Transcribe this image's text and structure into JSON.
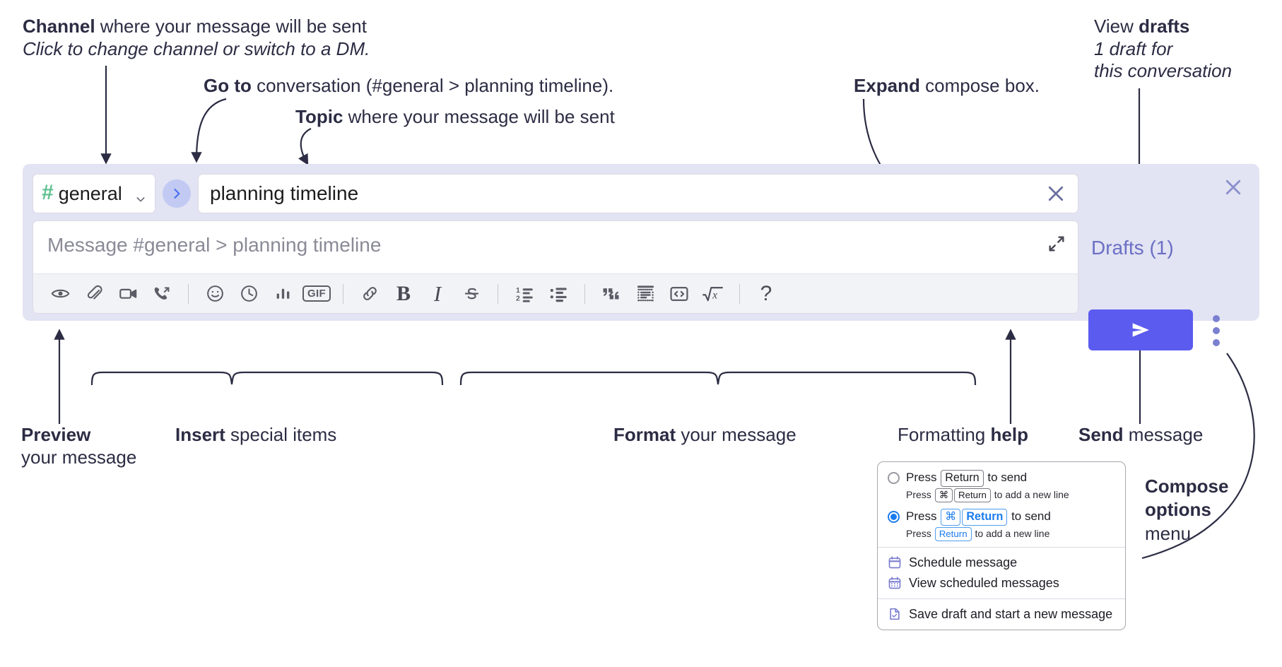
{
  "annotations": {
    "channel": {
      "bold": "Channel",
      "rest": " where your message will be sent",
      "sub": "Click to change channel or switch to a DM."
    },
    "goto": {
      "bold": "Go to",
      "rest": " conversation (#general > planning timeline)."
    },
    "topic": {
      "bold": "Topic",
      "rest": " where your message will be sent"
    },
    "expand": {
      "bold": "Expand",
      "rest": " compose box."
    },
    "drafts": {
      "pre": "View ",
      "bold": "drafts",
      "sub1": "1 draft for",
      "sub2": "this conversation"
    },
    "preview": {
      "bold": "Preview",
      "sub": "your message"
    },
    "insert": {
      "bold": "Insert",
      "rest": " special items"
    },
    "format": {
      "bold": "Format",
      "rest": " your message"
    },
    "help": {
      "pre": "Formatting ",
      "bold": "help"
    },
    "send": {
      "bold": "Send",
      "rest": " message"
    },
    "compose_options": {
      "l1": "Compose",
      "l2": "options",
      "l3": "menu"
    }
  },
  "composer": {
    "channel_name": "general",
    "channel_hash": "#",
    "topic_value": "planning timeline",
    "message_placeholder": "Message #general > planning timeline",
    "drafts_label": "Drafts (1)",
    "gif_label": "GIF",
    "help_label": "?",
    "toolbar_icons": [
      "eye-icon",
      "paperclip-icon",
      "video-camera-icon",
      "phone-forward-icon",
      "emoji-icon",
      "clock-icon",
      "poll-bars-icon",
      "gif-icon",
      "link-icon",
      "bold-icon",
      "italic-icon",
      "strikethrough-icon",
      "ordered-list-icon",
      "bulleted-list-icon",
      "blockquote-icon",
      "code-block-icon",
      "code-inline-icon",
      "math-icon",
      "help-icon"
    ],
    "format_bold_label": "B",
    "format_italic_label": "I"
  },
  "menu": {
    "options": [
      {
        "selected": false,
        "line1_pre": "Press ",
        "line1_keys": [
          "Return"
        ],
        "line1_post": " to send",
        "line2_pre": "Press ",
        "line2_keys": [
          "⌘",
          "Return"
        ],
        "line2_post": " to add a new line"
      },
      {
        "selected": true,
        "line1_pre": "Press ",
        "line1_keys": [
          "⌘",
          "Return"
        ],
        "line1_post": " to send",
        "line2_pre": "Press ",
        "line2_keys": [
          "Return"
        ],
        "line2_post": " to add a new line"
      }
    ],
    "items_group_1": [
      {
        "icon": "calendar-clock-icon",
        "label": "Schedule message"
      },
      {
        "icon": "calendar-grid-icon",
        "label": "View scheduled messages"
      }
    ],
    "items_group_2": [
      {
        "icon": "save-draft-icon",
        "label": "Save draft and start a new message"
      }
    ]
  },
  "colors": {
    "composer_bg": "#e2e3f3",
    "send_button": "#5b5bef",
    "drafts_text": "#6b6fc4",
    "hash_green": "#5dc08f",
    "goto_circle": "#c2caf3",
    "accent_blue": "#1b7ced"
  }
}
